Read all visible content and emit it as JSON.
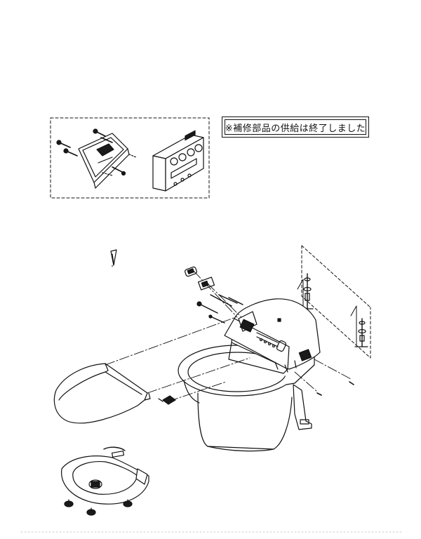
{
  "notice": {
    "text": "※補修部品の供給は終了しました"
  },
  "colors": {
    "line": "#111111",
    "paper": "#ffffff",
    "fill_dark": "#1a1a1a",
    "fill_mid": "#555555"
  },
  "parts": [
    {
      "id": "wall-remote-bracket",
      "name": "remote-control-wall-bracket"
    },
    {
      "id": "remote-control",
      "name": "remote-control-unit"
    },
    {
      "id": "toilet-bowl",
      "name": "toilet-bowl"
    },
    {
      "id": "washlet-unit",
      "name": "washlet-main-unit"
    },
    {
      "id": "lid",
      "name": "toilet-lid"
    },
    {
      "id": "seat",
      "name": "toilet-seat-ring"
    },
    {
      "id": "wall-valve-assembly",
      "name": "wall-water-supply-fittings"
    }
  ]
}
